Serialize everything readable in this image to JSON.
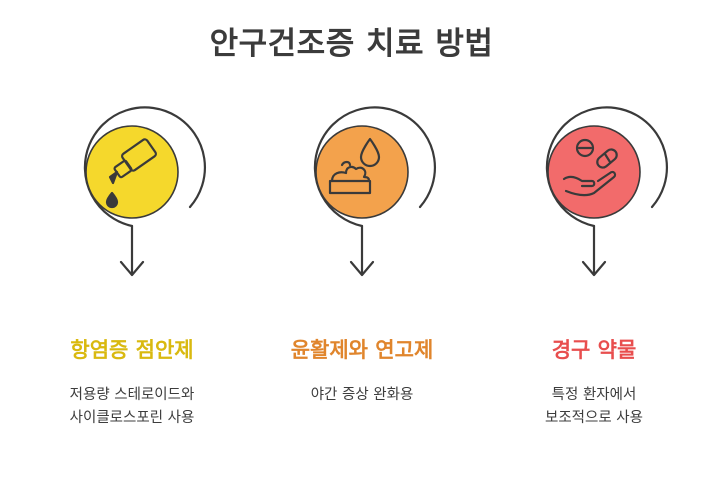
{
  "title": "안구건조증 치료 방법",
  "items": [
    {
      "heading": "항염증 점안제",
      "desc_lines": [
        "저용량 스테로이드와",
        "사이클로스포린 사용"
      ],
      "icon": "eye-drop-bottle-icon",
      "color": "#f5d82c",
      "heading_color": "#d9b90f"
    },
    {
      "heading": "윤활제와 연고제",
      "desc_lines": [
        "야간 증상 완화용"
      ],
      "icon": "ointment-drop-icon",
      "color": "#f3a24c",
      "heading_color": "#e0852c"
    },
    {
      "heading": "경구 약물",
      "desc_lines": [
        "특정 환자에서",
        "보조적으로 사용"
      ],
      "icon": "pills-hand-icon",
      "color": "#f26b6b",
      "heading_color": "#e84e4e"
    }
  ]
}
